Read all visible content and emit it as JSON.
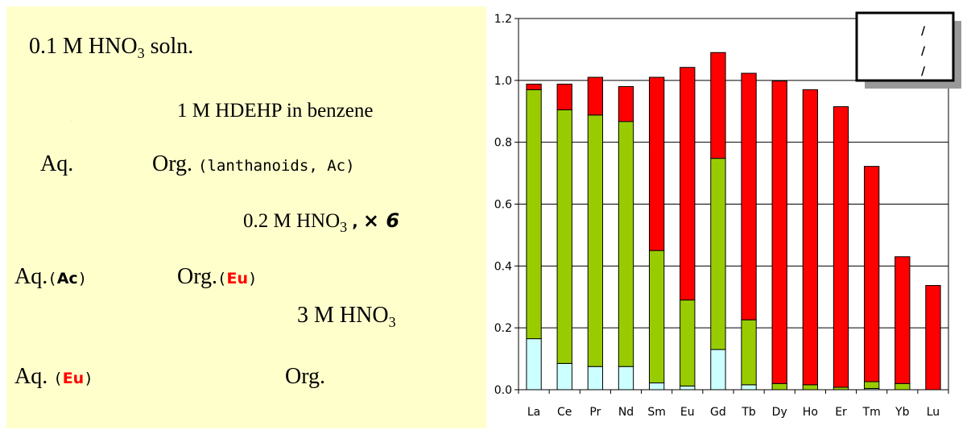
{
  "panel": {
    "line1": "0.1 M HNO",
    "line1_sub": "3",
    "line1_tail": " soln.",
    "line2": "1 M HDEHP in benzene",
    "aq1": "Aq.",
    "org1": "Org.",
    "org1_note": "(lanthanoids, Ac)",
    "wash": "0.2 M HNO",
    "wash_sub": "3",
    "wash_comma": ",",
    "wash_times": "× 6",
    "aq2": "Aq.",
    "aq2_paren_open": "(",
    "aq2_el": "Ac",
    "aq2_paren_close": ")",
    "org2": "Org.",
    "org2_paren_open": "(",
    "org2_el": "Eu",
    "org2_paren_close": ")",
    "strip": "3 M HNO",
    "strip_sub": "3",
    "aq3": "Aq.",
    "aq3_paren_open": "(",
    "aq3_el": "Eu",
    "aq3_paren_close": ")",
    "org3": "Org."
  },
  "legend": {
    "lines": [
      "/",
      "/",
      "/"
    ]
  },
  "colors": {
    "panel_bg": "#ffffcc",
    "series1": "#ccffff",
    "series2": "#99cc00",
    "series3": "#ff0000",
    "accent_text": "#ff0000"
  },
  "chart_data": {
    "type": "bar",
    "stacked": true,
    "categories": [
      "La",
      "Ce",
      "Pr",
      "Nd",
      "Sm",
      "Eu",
      "Gd",
      "Tb",
      "Dy",
      "Ho",
      "Er",
      "Tm",
      "Yb",
      "Lu"
    ],
    "series": [
      {
        "color": "#ccffff",
        "values": [
          0.165,
          0.085,
          0.075,
          0.075,
          0.022,
          0.012,
          0.13,
          0.016,
          0,
          0,
          0,
          0.004,
          0,
          0
        ]
      },
      {
        "color": "#99cc00",
        "values": [
          0.805,
          0.82,
          0.813,
          0.792,
          0.428,
          0.278,
          0.618,
          0.21,
          0.02,
          0.016,
          0.008,
          0.022,
          0.02,
          0
        ]
      },
      {
        "color": "#ff0000",
        "values": [
          0.018,
          0.083,
          0.122,
          0.113,
          0.56,
          0.752,
          0.342,
          0.797,
          0.978,
          0.954,
          0.907,
          0.696,
          0.41,
          0.337
        ]
      }
    ],
    "xlabel": "",
    "ylabel": "",
    "ylim": [
      0,
      1.2
    ],
    "yticks": [
      "0.0",
      "0.2",
      "0.4",
      "0.6",
      "0.8",
      "1.0",
      "1.2"
    ],
    "grid": true,
    "legend_position": "top-right"
  }
}
